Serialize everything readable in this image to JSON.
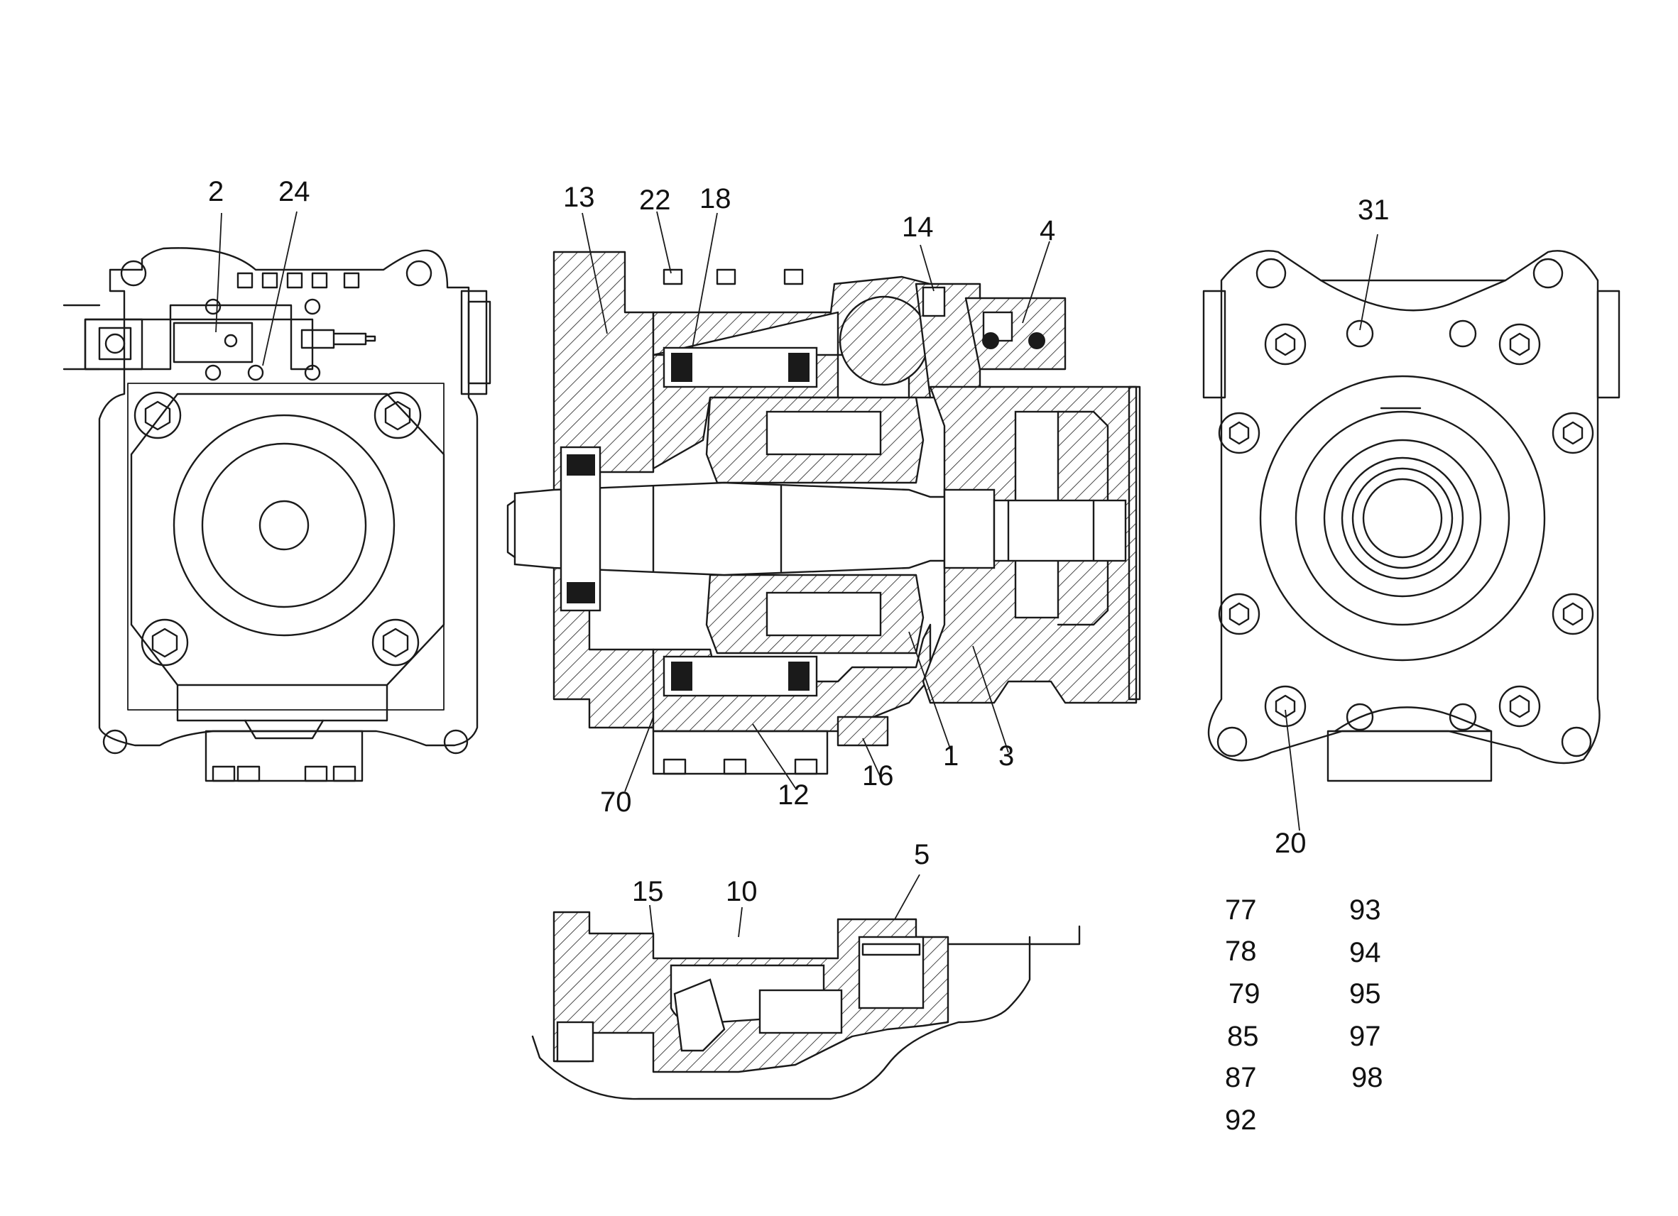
{
  "callouts": {
    "front_view": [
      "2",
      "24"
    ],
    "section_view": [
      "13",
      "22",
      "18",
      "14",
      "4",
      "70",
      "12",
      "16",
      "1",
      "3"
    ],
    "rear_view": [
      "31",
      "20"
    ],
    "detail_view": [
      "15",
      "10",
      "5"
    ]
  },
  "additional_parts": {
    "column_left": [
      "77",
      "78",
      "79",
      "85",
      "87",
      "92"
    ],
    "column_right": [
      "93",
      "94",
      "95",
      "97",
      "98"
    ]
  }
}
